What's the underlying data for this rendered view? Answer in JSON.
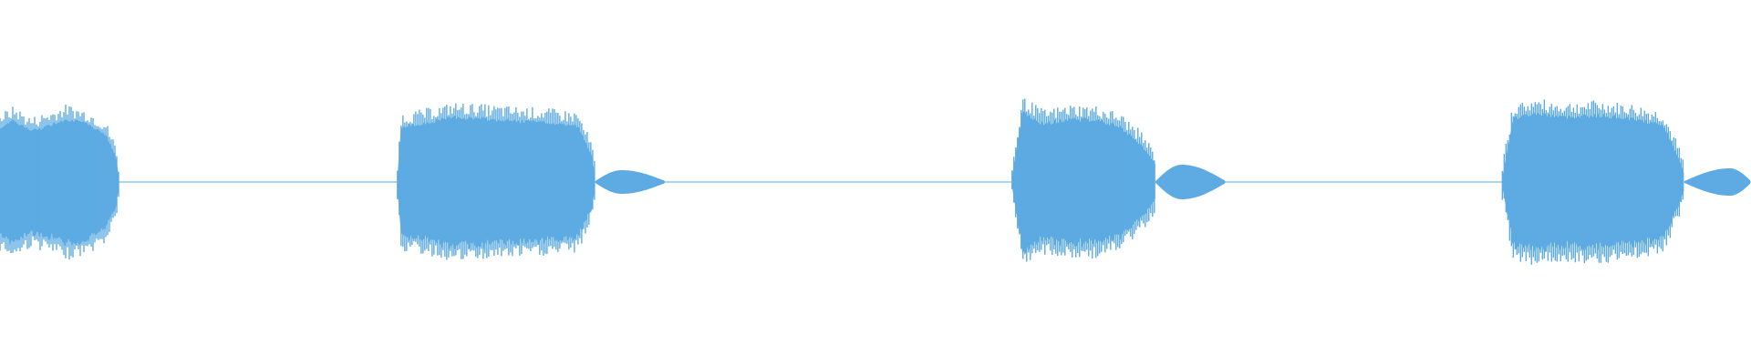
{
  "waveform": {
    "color": "#5dabe2",
    "background": "#ffffff",
    "duration_fraction_segments": [
      {
        "label": "segment-1",
        "start": 0.0,
        "end": 0.068,
        "envelope": [
          [
            0.0,
            0.62
          ],
          [
            0.008,
            0.7
          ],
          [
            0.018,
            0.58
          ],
          [
            0.03,
            0.66
          ],
          [
            0.038,
            0.72
          ],
          [
            0.05,
            0.66
          ],
          [
            0.06,
            0.55
          ],
          [
            0.066,
            0.3
          ],
          [
            0.068,
            0.06
          ]
        ]
      },
      {
        "label": "segment-2",
        "start": 0.227,
        "end": 0.34,
        "envelope": [
          [
            0.227,
            0.06
          ],
          [
            0.229,
            0.62
          ],
          [
            0.24,
            0.66
          ],
          [
            0.26,
            0.74
          ],
          [
            0.29,
            0.7
          ],
          [
            0.31,
            0.68
          ],
          [
            0.33,
            0.64
          ],
          [
            0.338,
            0.3
          ],
          [
            0.34,
            0.06
          ]
        ]
      },
      {
        "label": "segment-3",
        "start": 0.578,
        "end": 0.66,
        "envelope": [
          [
            0.578,
            0.06
          ],
          [
            0.584,
            0.8
          ],
          [
            0.596,
            0.66
          ],
          [
            0.612,
            0.72
          ],
          [
            0.628,
            0.7
          ],
          [
            0.64,
            0.62
          ],
          [
            0.652,
            0.42
          ],
          [
            0.66,
            0.2
          ]
        ]
      },
      {
        "label": "segment-4",
        "start": 0.858,
        "end": 0.962,
        "envelope": [
          [
            0.858,
            0.06
          ],
          [
            0.864,
            0.72
          ],
          [
            0.876,
            0.78
          ],
          [
            0.894,
            0.74
          ],
          [
            0.912,
            0.76
          ],
          [
            0.932,
            0.72
          ],
          [
            0.95,
            0.64
          ],
          [
            0.958,
            0.3
          ],
          [
            0.962,
            0.08
          ]
        ]
      }
    ],
    "tails": [
      {
        "start": 0.34,
        "peak": 0.355,
        "end": 0.38,
        "amplitude": 0.12
      },
      {
        "start": 0.66,
        "peak": 0.675,
        "end": 0.7,
        "amplitude": 0.18
      },
      {
        "start": 0.962,
        "peak": 0.988,
        "end": 1.0,
        "amplitude": 0.14
      }
    ],
    "silence_amplitude": 0.02
  }
}
